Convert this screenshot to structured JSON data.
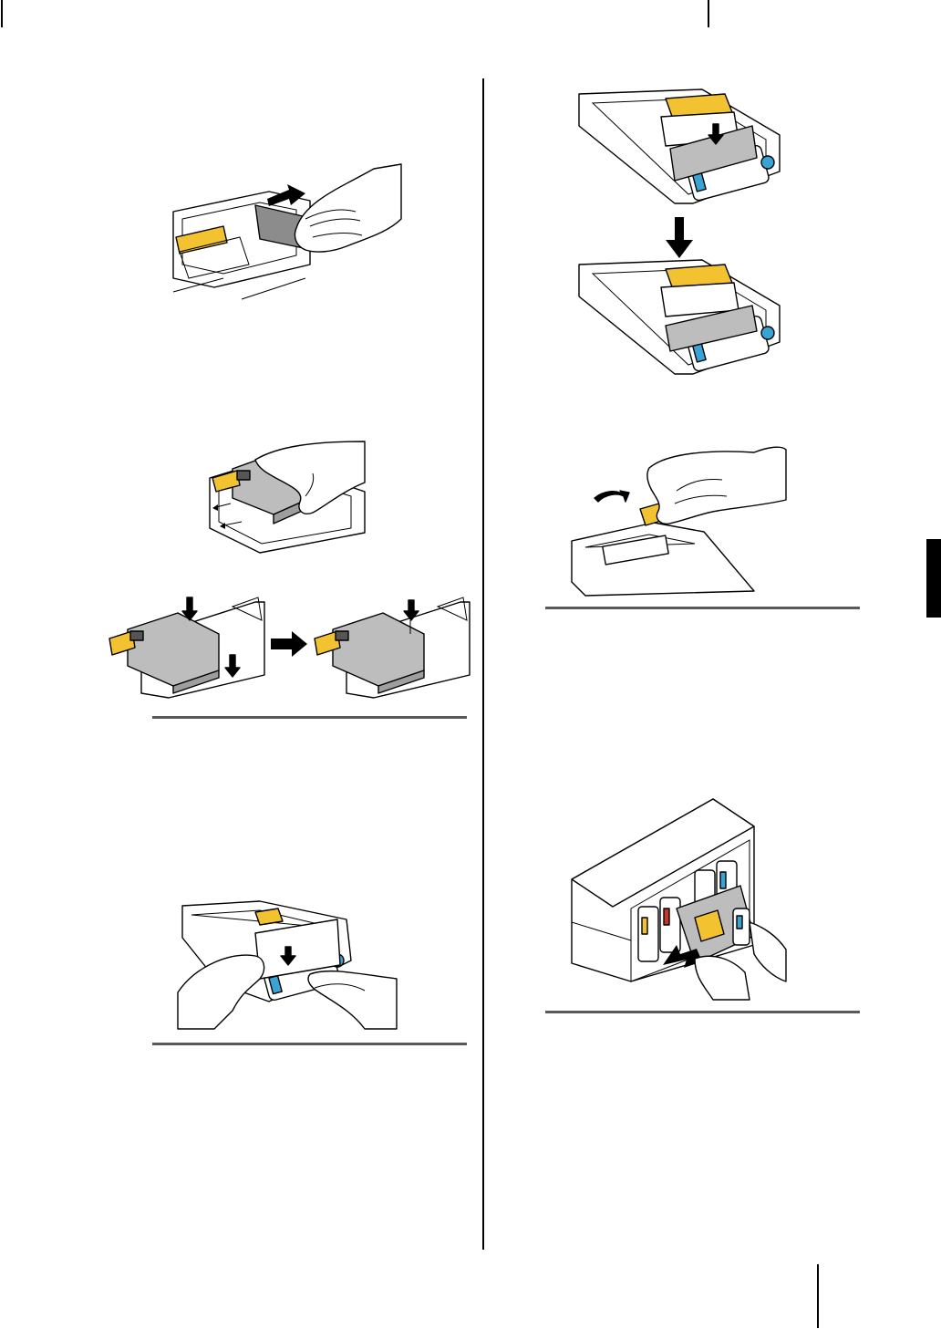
{
  "page": {
    "figures": [
      {
        "id": "fig-1",
        "icon": "slide-out-cover-icon"
      },
      {
        "id": "fig-2",
        "icon": "lift-cartridge-icon"
      },
      {
        "id": "fig-3",
        "icon": "press-down-cartridge-icon"
      },
      {
        "id": "fig-4",
        "icon": "insert-cover-icon"
      },
      {
        "id": "fig-5",
        "icon": "slide-in-cover-icon"
      },
      {
        "id": "fig-6",
        "icon": "remove-chip-icon"
      },
      {
        "id": "fig-7",
        "icon": "insert-into-printer-icon"
      }
    ],
    "colors": {
      "label_yellow": "#f2c230",
      "label_cyan": "#3aa3d6",
      "tray_grey": "#bdbdbd",
      "skin": "#ffffff",
      "rule_grey": "#5a5a5a",
      "tab_black": "#000000"
    }
  }
}
